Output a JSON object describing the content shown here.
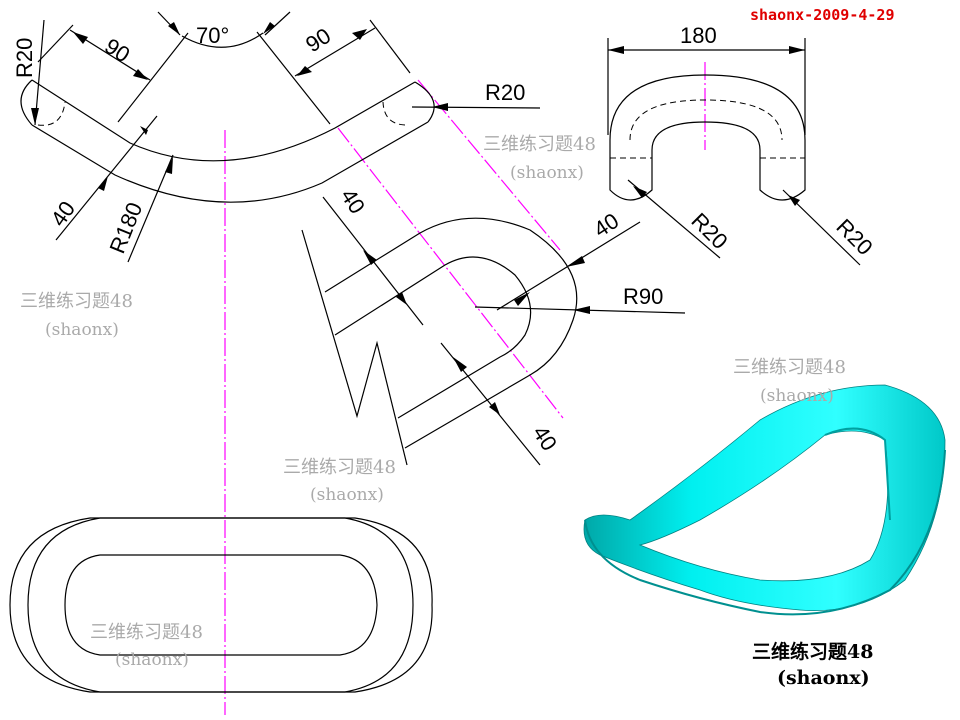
{
  "header": {
    "signature": "shaonx-2009-4-29"
  },
  "dimensions": {
    "r20_left": "R20",
    "len90_left": "90",
    "angle": "70°",
    "len90_right": "90",
    "r20_right": "R20",
    "w40_left": "40",
    "r180": "R180",
    "w180": "180",
    "r20_u_left": "R20",
    "r20_u_right": "R20",
    "w40_mid_top": "40",
    "w40_mid_right": "40",
    "r90": "R90",
    "w40_mid_bottom": "40"
  },
  "watermarks": [
    {
      "title": "三维练习题48",
      "sub": "(shaonx)"
    },
    {
      "title": "三维练习题48",
      "sub": "(shaonx)"
    },
    {
      "title": "三维练习题48",
      "sub": "(shaonx)"
    },
    {
      "title": "三维练习题48",
      "sub": "(shaonx)"
    },
    {
      "title": "三维练习题48",
      "sub": "(shaonx)"
    }
  ],
  "caption": {
    "title": "三维练习题48",
    "sub": "(shaonx)"
  },
  "colors": {
    "centerline": "#ff00ff",
    "model": "#00e5e5",
    "signature": "#e00000"
  }
}
